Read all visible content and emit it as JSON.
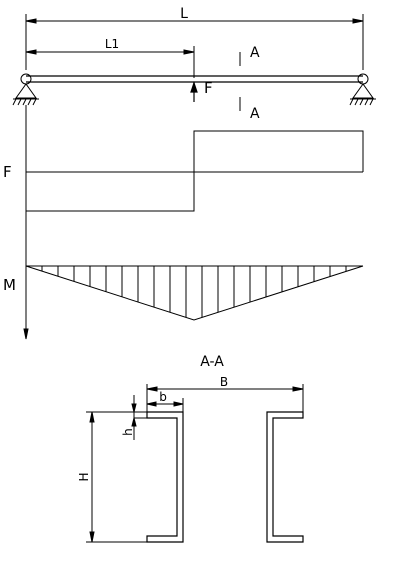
{
  "beam": {
    "length_label": "L",
    "load_position_label": "L1",
    "load_label": "F",
    "section_mark": "A"
  },
  "shear_diagram": {
    "label": "F"
  },
  "moment_diagram": {
    "label": "M"
  },
  "section": {
    "title": "A-A",
    "width_label": "B",
    "flange_width_label": "b",
    "height_label": "H",
    "thickness_label": "h"
  }
}
